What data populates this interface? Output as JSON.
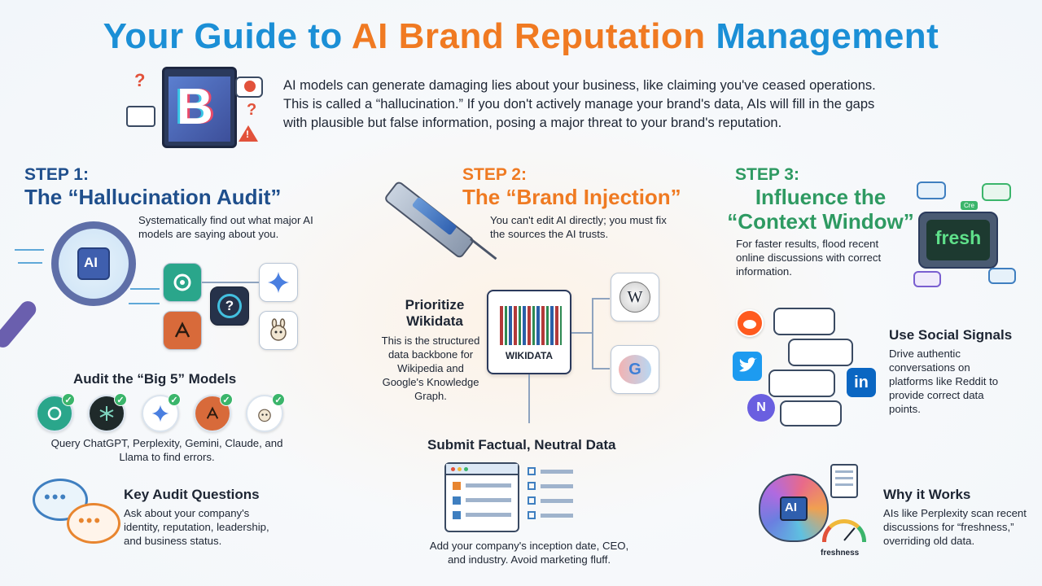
{
  "title": {
    "part1": "Your Guide to ",
    "part2": "AI Brand Reputation",
    "part3": " Management"
  },
  "intro": "AI models can generate damaging lies about your business, like claiming you've ceased operations. This is called a “hallucination.” If you don't actively manage your brand's data, AIs will fill in the gaps with plausible but false information, posing a major threat to your brand's reputation.",
  "hero_icon": {
    "letter": "B",
    "question": "?",
    "alert": "!"
  },
  "step1": {
    "label": "STEP 1:",
    "heading": "The “Hallucination Audit”",
    "desc": "Systematically find out what major AI models are saying about you.",
    "magnifier_text": "AI",
    "center_tile": "?",
    "big5_title": "Audit the “Big 5” Models",
    "big5_desc": "Query ChatGPT, Perplexity, Gemini, Claude, and Llama to find errors.",
    "model_icons": [
      "chatgpt-icon",
      "perplexity-icon",
      "gemini-icon",
      "claude-icon",
      "llama-icon"
    ],
    "check": "✓",
    "questions_title": "Key Audit Questions",
    "questions_desc": "Ask about your company's identity, reputation, leadership, and business status.",
    "dots": "•••"
  },
  "step2": {
    "label": "STEP 2:",
    "heading": "The “Brand Injection”",
    "desc": "You can't edit AI directly; you must fix the sources the AI trusts.",
    "wikidata_title": "Prioritize Wikidata",
    "wikidata_desc": "This is the structured data backbone for Wikipedia and Google's Knowledge Graph.",
    "wikidata_logo": "WIKIDATA",
    "wiki_letter": "W",
    "google_letter": "G",
    "submit_title": "Submit Factual, Neutral Data",
    "submit_desc": "Add your company's inception date, CEO, and industry. Avoid marketing fluff."
  },
  "step3": {
    "label": "STEP 3:",
    "heading": "Influence the “Context Window”",
    "desc": "For faster results, flood recent online discussions with correct information.",
    "screen_word": "fresh",
    "screen_tag": "Cre",
    "social_title": "Use Social Signals",
    "social_desc": "Drive authentic conversations on platforms like Reddit to provide correct data points.",
    "social_icons": [
      "reddit-icon",
      "twitter-icon",
      "linkedin-icon",
      "mastodon-icon"
    ],
    "linkedin_text": "in",
    "why_title": "Why it Works",
    "why_desc": "AIs like Perplexity scan recent discussions for “freshness,” overriding old data.",
    "brain_text": "AI",
    "gauge_label": "freshness"
  },
  "colors": {
    "blue": "#1b8fd6",
    "orange": "#f07a22",
    "green": "#2e9a62",
    "navy": "#1f4f8c"
  }
}
